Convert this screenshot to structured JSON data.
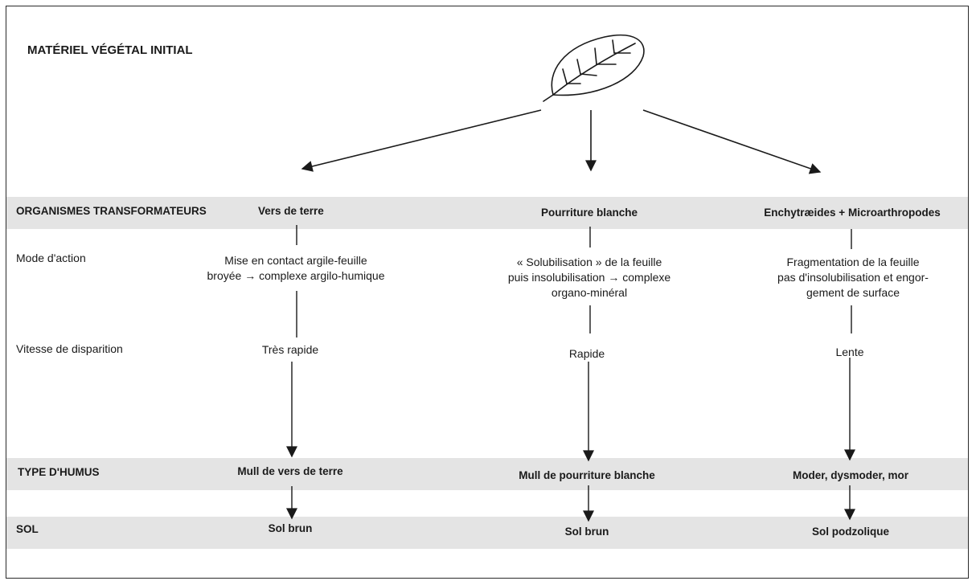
{
  "title": "MATÉRIEL VÉGÉTAL INITIAL",
  "rows": {
    "organismes": "ORGANISMES TRANSFORMATEURS",
    "mode": "Mode d'action",
    "vitesse": "Vitesse de disparition",
    "humus": "TYPE D'HUMUS",
    "sol": "SOL"
  },
  "columns": [
    {
      "organisme": "Vers de terre",
      "mode_line1": "Mise en contact argile-feuille",
      "mode_line2": "broyée → complexe argilo-humique",
      "mode_line3": "",
      "vitesse": "Très rapide",
      "humus": "Mull de vers de terre",
      "sol": "Sol brun"
    },
    {
      "organisme": "Pourriture blanche",
      "mode_line1": "« Solubilisation » de la feuille",
      "mode_line2": "puis insolubilisation → complexe",
      "mode_line3": "organo-minéral",
      "vitesse": "Rapide",
      "humus": "Mull de pourriture blanche",
      "sol": "Sol brun"
    },
    {
      "organisme": "Enchytræides + Microarthropodes",
      "mode_line1": "Fragmentation de la feuille",
      "mode_line2": "pas d'insolubilisation et engor-",
      "mode_line3": "gement de surface",
      "vitesse": "Lente",
      "humus": "Moder, dysmoder, mor",
      "sol": "Sol podzolique"
    }
  ],
  "icons": {
    "leaf": "leaf-icon"
  }
}
